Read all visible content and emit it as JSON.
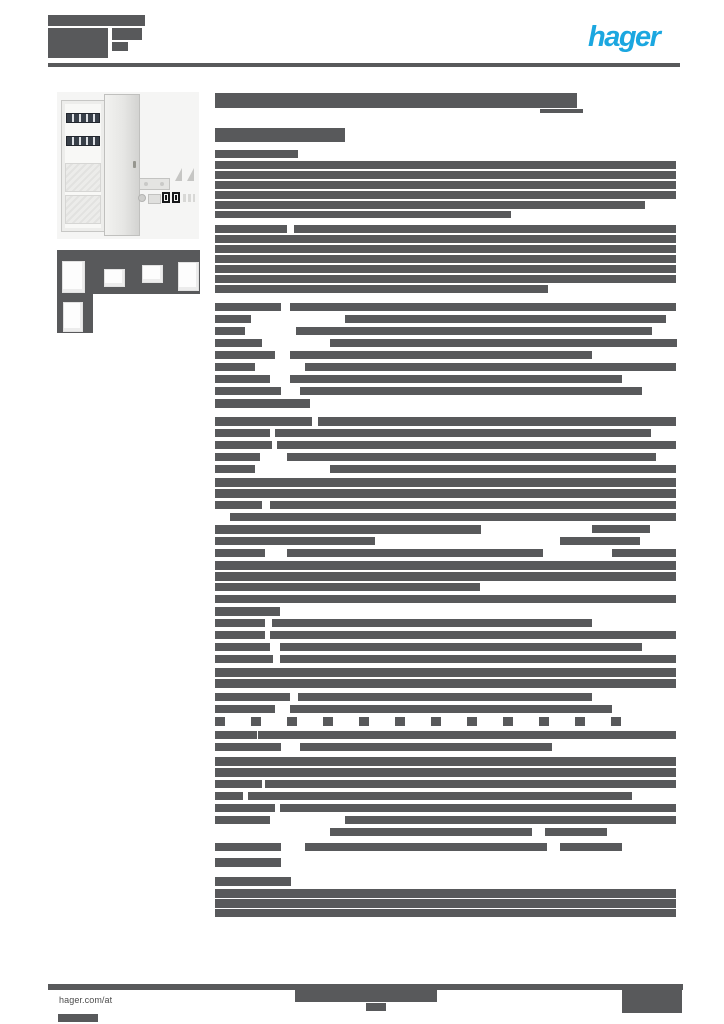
{
  "header": {
    "logo_text": "hager",
    "address_bars": [
      [
        48,
        15,
        97,
        11
      ],
      [
        48,
        28,
        60,
        30
      ],
      [
        112,
        28,
        30,
        12
      ],
      [
        112,
        42,
        16,
        9
      ]
    ]
  },
  "colors": {
    "redaction": "#58595b",
    "logo_blue": "#1ba7e0",
    "photo_background": "#f5f5f4",
    "page_background": "#ffffff"
  },
  "media": {
    "main_image": "distribution-board-with-open-door-and-mounting-accessories",
    "thumbnail_tiles": [
      [
        57,
        250,
        143,
        44
      ],
      [
        57,
        294,
        36,
        39
      ]
    ],
    "thumbnails": [
      [
        62,
        261,
        21,
        30
      ],
      [
        104,
        269,
        19,
        16
      ],
      [
        142,
        265,
        19,
        16
      ],
      [
        178,
        262,
        19,
        27
      ],
      [
        63,
        302,
        18,
        28
      ]
    ]
  },
  "content": {
    "note": "all body text redacted to gray bars in source image",
    "bars": [
      [
        215,
        93,
        362,
        15
      ],
      [
        540,
        109,
        43,
        4
      ],
      [
        215,
        128,
        130,
        14
      ],
      [
        215,
        150,
        83,
        8
      ],
      [
        215,
        161,
        461,
        8
      ],
      [
        215,
        171,
        461,
        8
      ],
      [
        215,
        181,
        461,
        8
      ],
      [
        215,
        191,
        461,
        8
      ],
      [
        215,
        201,
        430,
        8
      ],
      [
        215,
        211,
        296,
        7
      ],
      [
        215,
        225,
        72,
        8
      ],
      [
        294,
        225,
        382,
        8
      ],
      [
        215,
        235,
        461,
        8
      ],
      [
        215,
        245,
        461,
        8
      ],
      [
        215,
        255,
        461,
        8
      ],
      [
        215,
        265,
        461,
        8
      ],
      [
        215,
        275,
        461,
        8
      ],
      [
        215,
        285,
        333,
        8
      ],
      [
        215,
        303,
        66,
        8
      ],
      [
        290,
        303,
        386,
        8
      ],
      [
        215,
        315,
        36,
        8
      ],
      [
        345,
        315,
        321,
        8
      ],
      [
        215,
        327,
        30,
        8
      ],
      [
        296,
        327,
        356,
        8
      ],
      [
        215,
        339,
        47,
        8
      ],
      [
        330,
        339,
        347,
        8
      ],
      [
        215,
        351,
        60,
        8
      ],
      [
        290,
        351,
        302,
        8
      ],
      [
        215,
        363,
        40,
        8
      ],
      [
        305,
        363,
        371,
        8
      ],
      [
        215,
        375,
        55,
        8
      ],
      [
        290,
        375,
        332,
        8
      ],
      [
        215,
        387,
        66,
        8
      ],
      [
        300,
        387,
        342,
        8
      ],
      [
        215,
        399,
        95,
        9
      ],
      [
        215,
        417,
        97,
        9
      ],
      [
        318,
        417,
        358,
        9
      ],
      [
        215,
        429,
        55,
        8
      ],
      [
        275,
        429,
        376,
        8
      ],
      [
        215,
        441,
        57,
        8
      ],
      [
        277,
        441,
        399,
        8
      ],
      [
        215,
        453,
        45,
        8
      ],
      [
        287,
        453,
        369,
        8
      ],
      [
        215,
        465,
        40,
        8
      ],
      [
        330,
        465,
        346,
        8
      ],
      [
        215,
        478,
        461,
        9
      ],
      [
        215,
        489,
        461,
        9
      ],
      [
        215,
        501,
        47,
        8
      ],
      [
        270,
        501,
        406,
        8
      ],
      [
        230,
        513,
        446,
        8
      ],
      [
        215,
        525,
        266,
        9
      ],
      [
        592,
        525,
        58,
        8
      ],
      [
        215,
        537,
        160,
        8
      ],
      [
        560,
        537,
        80,
        8
      ],
      [
        215,
        549,
        50,
        8
      ],
      [
        287,
        549,
        256,
        8
      ],
      [
        612,
        549,
        64,
        8
      ],
      [
        215,
        561,
        461,
        9
      ],
      [
        215,
        572,
        461,
        9
      ],
      [
        215,
        583,
        265,
        8
      ],
      [
        215,
        595,
        461,
        8
      ],
      [
        215,
        607,
        65,
        9
      ],
      [
        215,
        619,
        50,
        8
      ],
      [
        272,
        619,
        320,
        8
      ],
      [
        215,
        631,
        50,
        8
      ],
      [
        270,
        631,
        406,
        8
      ],
      [
        215,
        643,
        55,
        8
      ],
      [
        280,
        643,
        362,
        8
      ],
      [
        215,
        655,
        58,
        8
      ],
      [
        280,
        655,
        396,
        8
      ],
      [
        215,
        668,
        461,
        9
      ],
      [
        215,
        679,
        461,
        9
      ],
      [
        215,
        693,
        75,
        8
      ],
      [
        298,
        693,
        294,
        8
      ],
      [
        215,
        705,
        60,
        8
      ],
      [
        290,
        705,
        322,
        8
      ],
      [
        215,
        717,
        10,
        9
      ],
      [
        251,
        717,
        10,
        9
      ],
      [
        287,
        717,
        10,
        9
      ],
      [
        323,
        717,
        10,
        9
      ],
      [
        359,
        717,
        10,
        9
      ],
      [
        395,
        717,
        10,
        9
      ],
      [
        431,
        717,
        10,
        9
      ],
      [
        467,
        717,
        10,
        9
      ],
      [
        503,
        717,
        10,
        9
      ],
      [
        539,
        717,
        10,
        9
      ],
      [
        575,
        717,
        10,
        9
      ],
      [
        611,
        717,
        10,
        9
      ],
      [
        215,
        731,
        42,
        8
      ],
      [
        258,
        731,
        418,
        8
      ],
      [
        215,
        743,
        66,
        8
      ],
      [
        300,
        743,
        252,
        8
      ],
      [
        215,
        757,
        461,
        9
      ],
      [
        215,
        768,
        461,
        9
      ],
      [
        215,
        780,
        47,
        8
      ],
      [
        265,
        780,
        411,
        8
      ],
      [
        215,
        792,
        28,
        8
      ],
      [
        248,
        792,
        384,
        8
      ],
      [
        215,
        804,
        60,
        8
      ],
      [
        280,
        804,
        396,
        8
      ],
      [
        215,
        816,
        55,
        8
      ],
      [
        345,
        816,
        331,
        8
      ],
      [
        330,
        828,
        202,
        8
      ],
      [
        545,
        828,
        62,
        8
      ],
      [
        215,
        843,
        66,
        8
      ],
      [
        305,
        843,
        242,
        8
      ],
      [
        560,
        843,
        62,
        8
      ],
      [
        215,
        858,
        66,
        9
      ],
      [
        215,
        877,
        76,
        9
      ],
      [
        215,
        889,
        461,
        9
      ],
      [
        215,
        899,
        461,
        9
      ],
      [
        215,
        909,
        461,
        8
      ]
    ]
  },
  "footer": {
    "website": "hager.com/at",
    "bars": [
      [
        48,
        984,
        635,
        6
      ],
      [
        295,
        990,
        142,
        12
      ],
      [
        366,
        1003,
        20,
        8
      ],
      [
        622,
        990,
        60,
        23
      ],
      [
        58,
        1014,
        40,
        8
      ]
    ]
  }
}
